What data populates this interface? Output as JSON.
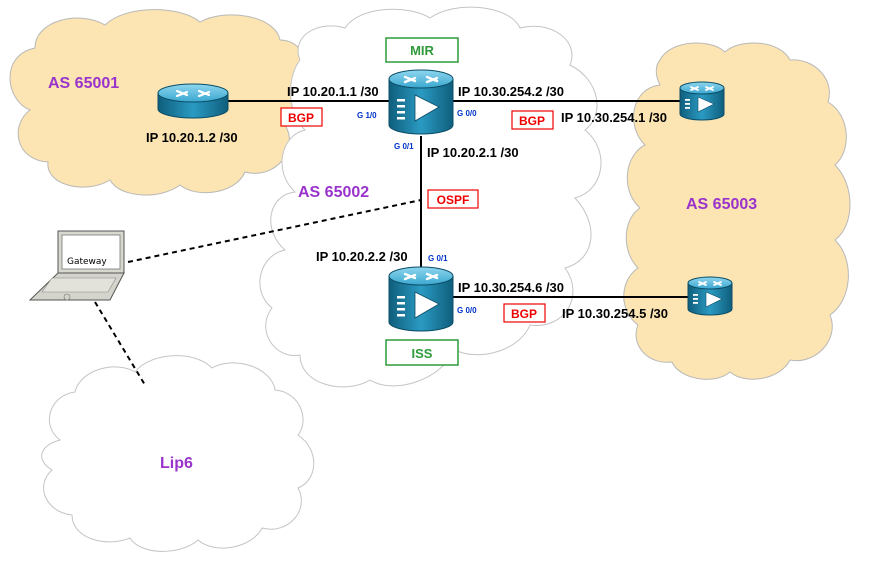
{
  "clouds": {
    "as65001": "AS 65001",
    "as65002": "AS 65002",
    "as65003": "AS 65003",
    "lip6": "Lip6"
  },
  "routers": {
    "mir": "MIR",
    "iss": "ISS"
  },
  "interfaces": {
    "mir_g10": "G 1/0",
    "mir_g00": "G 0/0",
    "mir_g01": "G 0/1",
    "iss_g01": "G 0/1",
    "iss_g00": "G 0/0"
  },
  "addresses": {
    "as65001_router": "IP 10.20.1.2 /30",
    "mir_g10": "IP 10.20.1.1 /30",
    "mir_g00": "IP 10.30.254.2 /30",
    "as65003_top": "IP 10.30.254.1 /30",
    "mir_g01": "IP 10.20.2.1 /30",
    "iss_g01": "IP 10.20.2.2 /30",
    "iss_g00": "IP 10.30.254.6 /30",
    "as65003_bottom": "IP 10.30.254.5 /30"
  },
  "protocols": {
    "bgp_left": "BGP",
    "bgp_right_top": "BGP",
    "bgp_right_bottom": "BGP",
    "ospf": "OSPF"
  },
  "laptop": {
    "screen_label": "Gateway"
  },
  "colors": {
    "cloud_fill_tan": "#fce5b2",
    "cloud_stroke": "#b8b8b8",
    "router_body": "#1e8fb3",
    "as_text": "#9933cc",
    "protocol_red": "#ee0000",
    "router_name_green": "#2f9a3a",
    "interface_blue": "#0033cc"
  }
}
